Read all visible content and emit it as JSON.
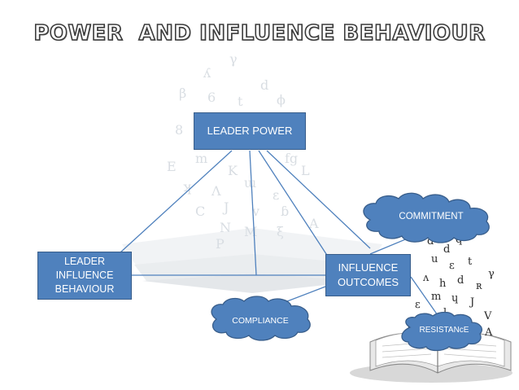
{
  "title": "POWER  AND INFLUENCE BEHAVIOUR",
  "nodes": {
    "leader_power": "LEADER POWER",
    "leader_influence_behaviour": "LEADER\nINFLUENCE\nBEHAVIOUR",
    "influence_outcomes": "INFLUENCE\nOUTCOMES",
    "commitment": "COMMITMENT",
    "compliance": "COMPLIANCE",
    "resistance": "RESISTANcE"
  },
  "colors": {
    "box_fill": "#4f81bd",
    "box_border": "#385d8a",
    "connector": "#4f81bd",
    "text": "#ffffff"
  }
}
